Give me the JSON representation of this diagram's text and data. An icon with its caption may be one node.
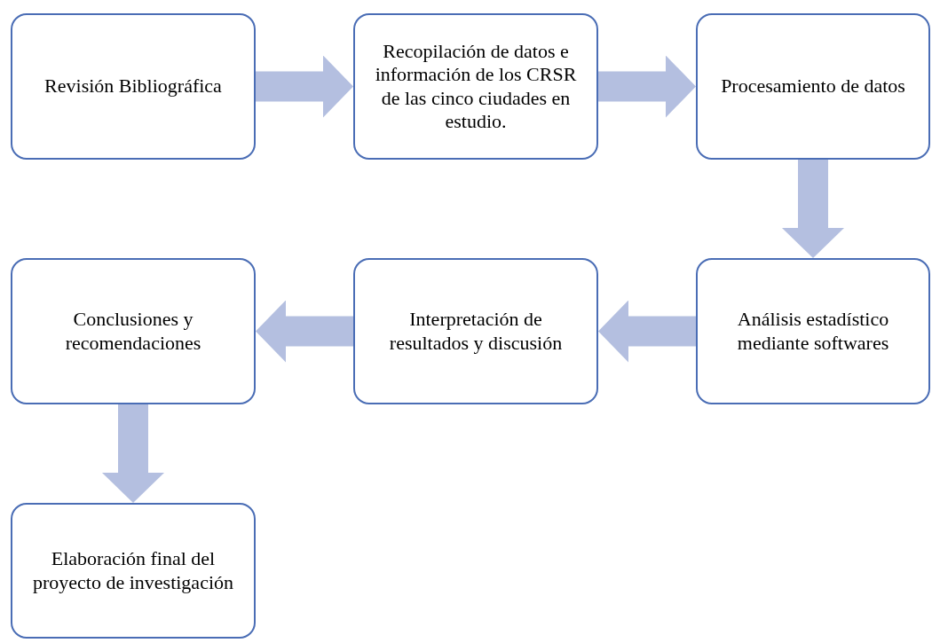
{
  "diagram": {
    "nodes": [
      {
        "text": [
          "Revisión Bibliográfica"
        ]
      },
      {
        "text": [
          "Recopilación de datos e información de los CRSR de las cinco ciudades en estudio."
        ]
      },
      {
        "text": [
          "Procesamiento de datos"
        ]
      },
      {
        "text": [
          "Análisis estadístico mediante softwares"
        ]
      },
      {
        "text": [
          "Interpretación de resultados y discusión"
        ]
      },
      {
        "text": [
          "Conclusiones y recomendaciones"
        ]
      },
      {
        "text": [
          "Elaboración final del proyecto de investigación"
        ]
      }
    ],
    "edges": [
      {
        "from": 0,
        "to": 1,
        "arrow": "to"
      },
      {
        "from": 1,
        "to": 2,
        "arrow": "to"
      },
      {
        "from": 2,
        "to": 3,
        "arrow": "to"
      },
      {
        "from": 3,
        "to": 4,
        "arrow": "to"
      },
      {
        "from": 4,
        "to": 5,
        "arrow": "to"
      },
      {
        "from": 5,
        "to": 6,
        "arrow": "to"
      }
    ]
  }
}
